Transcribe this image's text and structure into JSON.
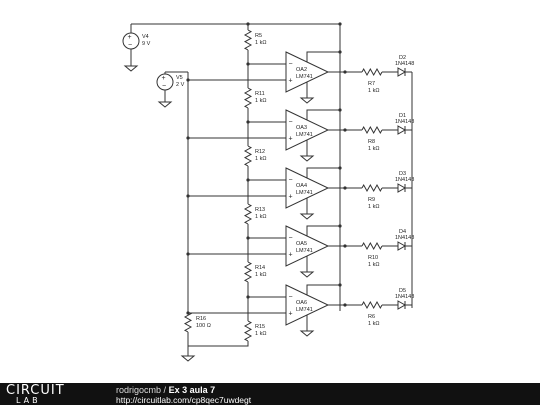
{
  "circuit": {
    "sources": [
      {
        "id": "V4",
        "value": "9 V"
      },
      {
        "id": "V5",
        "value": "2 V"
      }
    ],
    "ladder_resistors": [
      {
        "id": "R5",
        "value": "1 kΩ"
      },
      {
        "id": "R11",
        "value": "1 kΩ"
      },
      {
        "id": "R12",
        "value": "1 kΩ"
      },
      {
        "id": "R13",
        "value": "1 kΩ"
      },
      {
        "id": "R14",
        "value": "1 kΩ"
      },
      {
        "id": "R15",
        "value": "1 kΩ"
      }
    ],
    "bias_resistor": {
      "id": "R16",
      "value": "100 Ω"
    },
    "stages": [
      {
        "opamp": "OA2",
        "model": "LM741",
        "resistor": "R7",
        "r_value": "1 kΩ",
        "diode": "D2",
        "diode_model": "1N4148"
      },
      {
        "opamp": "OA3",
        "model": "LM741",
        "resistor": "R8",
        "r_value": "1 kΩ",
        "diode": "D1",
        "diode_model": "1N4148"
      },
      {
        "opamp": "OA4",
        "model": "LM741",
        "resistor": "R9",
        "r_value": "1 kΩ",
        "diode": "D3",
        "diode_model": "1N4148"
      },
      {
        "opamp": "OA5",
        "model": "LM741",
        "resistor": "R10",
        "r_value": "1 kΩ",
        "diode": "D4",
        "diode_model": "1N4148"
      },
      {
        "opamp": "OA6",
        "model": "LM741",
        "resistor": "R6",
        "r_value": "1 kΩ",
        "diode": "D5",
        "diode_model": "1N4148"
      }
    ]
  },
  "footer": {
    "logo_top": "CIRCUIT",
    "logo_bottom": "LAB",
    "author": "rodrigocmb",
    "separator": "/",
    "title": "Ex 3 aula 7",
    "url": "http://circuitlab.com/cp8qec7uwdegt"
  }
}
